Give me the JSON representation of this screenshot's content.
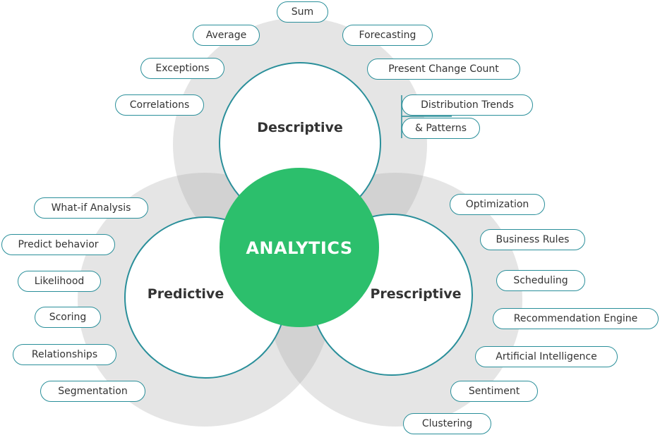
{
  "colors": {
    "outline": "#2a8f9a",
    "center_fill": "#2cbf6c",
    "big_circle": "#e5e5e5",
    "overlap": "#d2d2d2",
    "text": "#333333"
  },
  "center": {
    "label": "ANALYTICS"
  },
  "circles": {
    "descriptive": "Descriptive",
    "predictive": "Predictive",
    "prescriptive": "Prescriptive"
  },
  "descriptive_items": {
    "sum": "Sum",
    "average": "Average",
    "forecasting": "Forecasting",
    "exceptions": "Exceptions",
    "present_change_count": "Present Change Count",
    "correlations": "Correlations",
    "distribution_trends": "Distribution Trends",
    "patterns": "& Patterns"
  },
  "predictive_items": {
    "what_if": "What-if Analysis",
    "predict_behavior": "Predict behavior",
    "likelihood": "Likelihood",
    "scoring": "Scoring",
    "relationships": "Relationships",
    "segmentation": "Segmentation"
  },
  "prescriptive_items": {
    "optimization": "Optimization",
    "business_rules": "Business Rules",
    "scheduling": "Scheduling",
    "recommendation_engine": "Recommendation Engine",
    "artificial_intelligence": "Artificial Intelligence",
    "sentiment": "Sentiment",
    "clustering": "Clustering"
  }
}
